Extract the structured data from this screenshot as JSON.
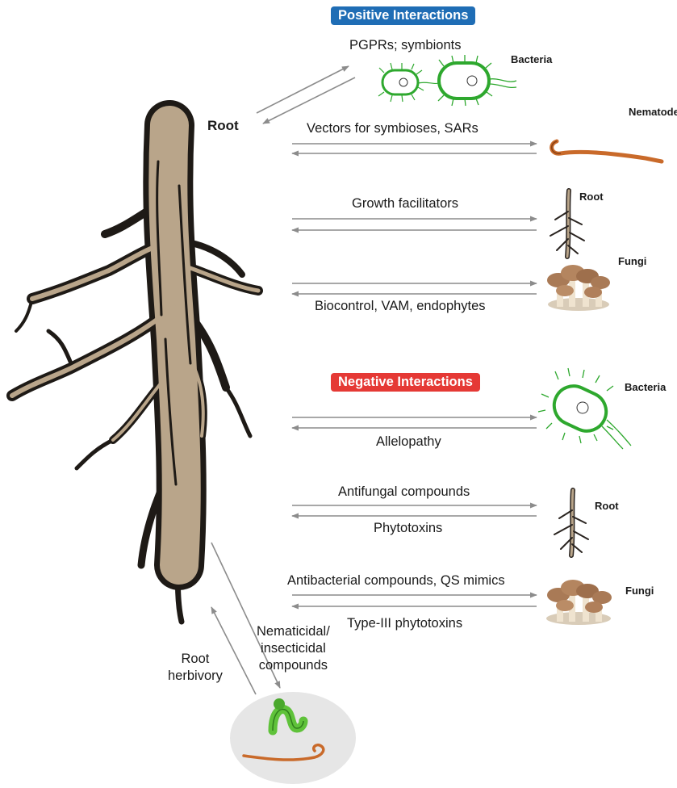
{
  "headings": {
    "positive": "Positive Interactions",
    "negative": "Negative Interactions"
  },
  "labels": {
    "root_main": "Root",
    "pgprs": "PGPRs; symbionts",
    "vectors": "Vectors for symbioses, SARs",
    "growth": "Growth facilitators",
    "biocontrol": "Biocontrol, VAM, endophytes",
    "allelopathy": "Allelopathy",
    "antifungal": "Antifungal compounds",
    "phytotoxins": "Phytotoxins",
    "antibacterial": "Antibacterial compounds, QS mimics",
    "type3": "Type-III phytotoxins",
    "nematicidal": "Nematicidal/\ninsecticidal\ncompounds",
    "herbivory": "Root\nherbivory"
  },
  "organisms": {
    "bacteria_pos": "Bacteria",
    "nematode": "Nematode",
    "root_pos": "Root",
    "fungi_pos": "Fungi",
    "bacteria_neg": "Bacteria",
    "root_neg": "Root",
    "fungi_neg": "Fungi"
  },
  "colors": {
    "positive_badge": "#1f6db5",
    "negative_badge": "#e53935",
    "arrow": "#8c8c8c",
    "root_fill": "#b9a58a",
    "root_outline": "#1e1a16",
    "bacteria_green": "#2ea82e",
    "nematode_orange": "#c96a2a",
    "caterpillar_green": "#5fc23a",
    "insect_bg": "#e6e6e6",
    "mushroom_cap": "#a97a56",
    "mushroom_stem": "#efe3cf"
  }
}
